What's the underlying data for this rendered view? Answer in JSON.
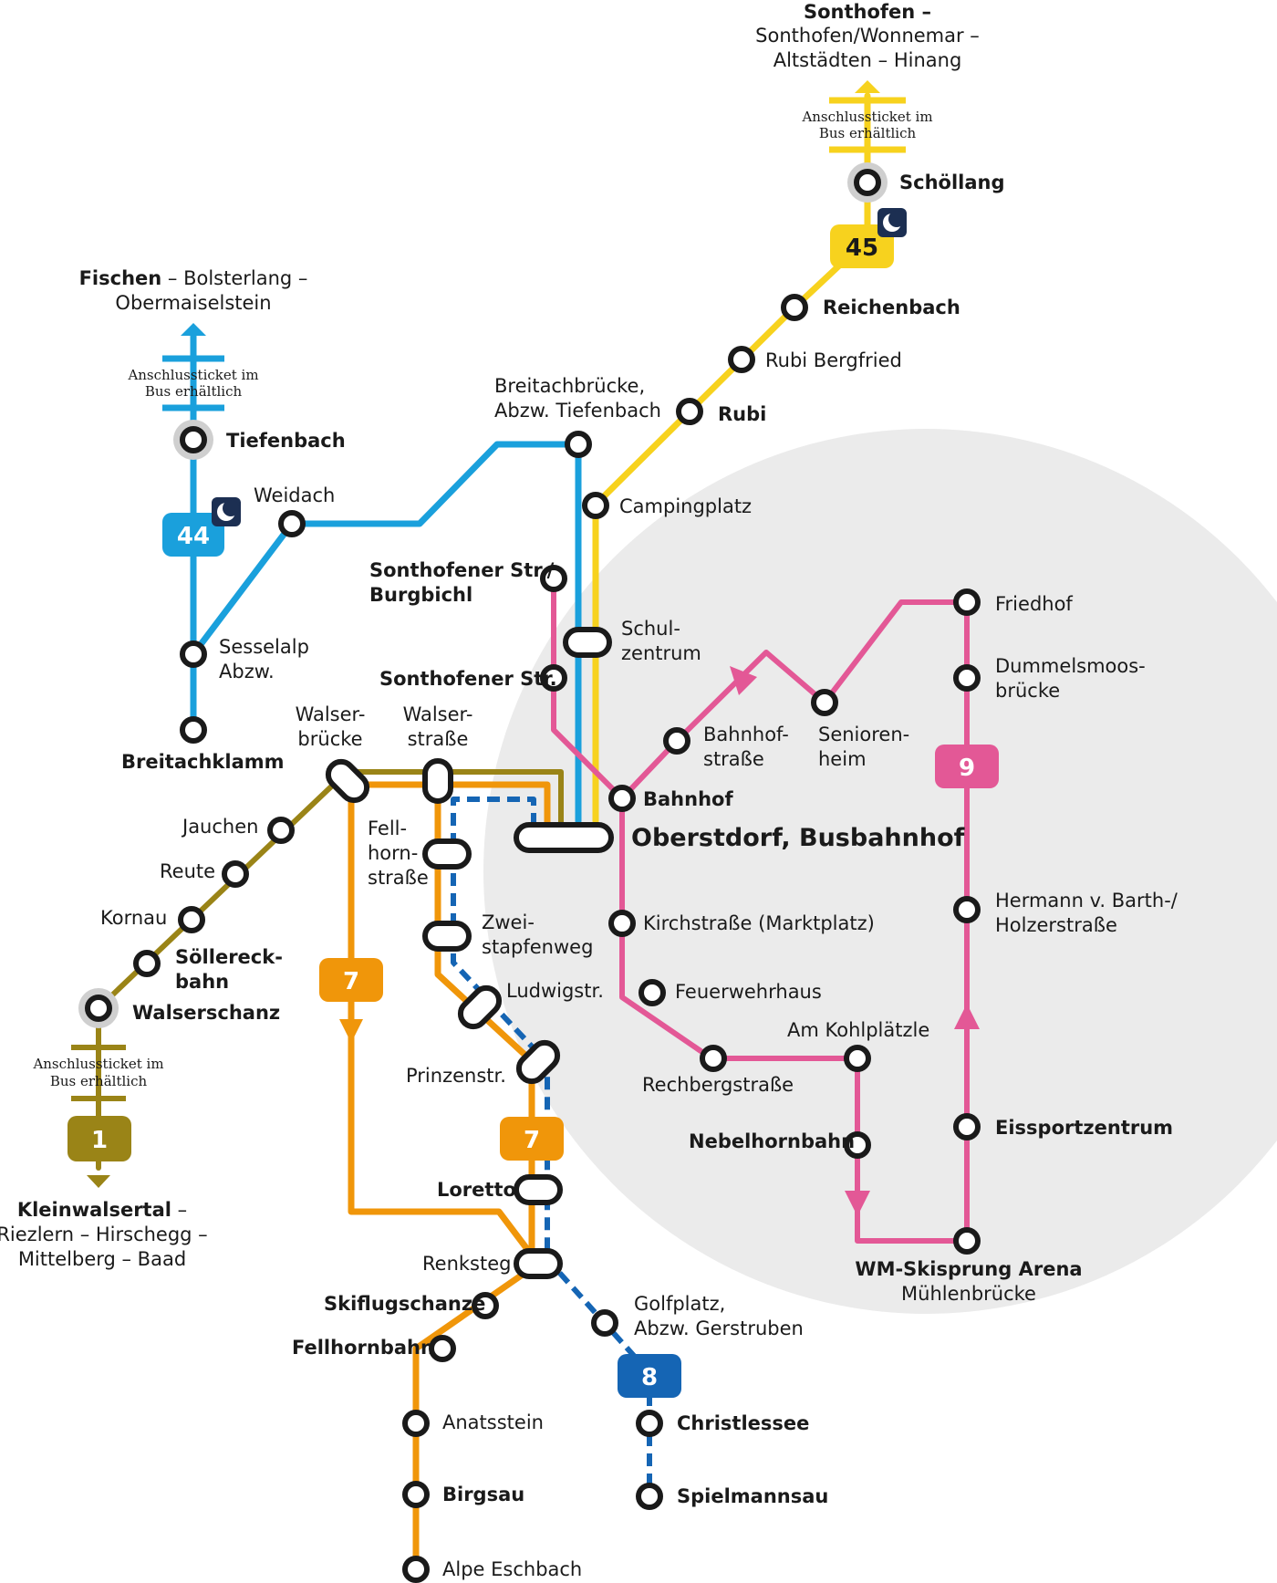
{
  "colors": {
    "line1": "#9a8417",
    "line7": "#f0960a",
    "line8": "#1565b4",
    "line9": "#e35896",
    "line44": "#1aa0dc",
    "line45": "#f7d21e",
    "center_area": "#ebebeb",
    "stop_outline": "#1a1a1a",
    "night_badge": "#1c2f52"
  },
  "lines": {
    "l1": "1",
    "l7a": "7",
    "l7b": "7",
    "l8": "8",
    "l9": "9",
    "l44": "44",
    "l45": "45"
  },
  "destinations": {
    "sonthofen_1": "Sonthofen –",
    "sonthofen_2": "Sonthofen/Wonnemar –",
    "sonthofen_3": "Altstädten – Hinang",
    "fischen_1a": "Fischen",
    "fischen_1b": " – Bolsterlang –",
    "fischen_2": "Obermaiselstein",
    "kleinwalsertal_1a": "Kleinwalsertal",
    "kleinwalsertal_1b": " –",
    "kleinwalsertal_2": "Riezlern – Hirschegg –",
    "kleinwalsertal_3": "Mittelberg – Baad"
  },
  "tickets": {
    "t45_1": "Anschlussticket im",
    "t45_2": "Bus erhältlich",
    "t44_1": "Anschlussticket im",
    "t44_2": "Bus erhältlich",
    "t1_1": "Anschlussticket im",
    "t1_2": "Bus erhältlich"
  },
  "stops": {
    "schoellang": "Schöllang",
    "reichenbach": "Reichenbach",
    "rubi_bergfried": "Rubi Bergfried",
    "rubi": "Rubi",
    "breitachbruecke_1": "Breitachbrücke,",
    "breitachbruecke_2": "Abzw. Tiefenbach",
    "campingplatz": "Campingplatz",
    "tiefenbach": "Tiefenbach",
    "weidach": "Weidach",
    "sesselalp_1": "Sesselalp",
    "sesselalp_2": "Abzw.",
    "breitachklamm": "Breitachklamm",
    "sonthofener_burg_1": "Sonthofener Str./",
    "sonthofener_burg_2": "Burgbichl",
    "schulzentrum_1": "Schul-",
    "schulzentrum_2": "zentrum",
    "sonthofener_str": "Sonthofener Str.",
    "walserbruecke_1": "Walser-",
    "walserbruecke_2": "brücke",
    "walserstrasse_1": "Walser-",
    "walserstrasse_2": "straße",
    "bahnhofstrasse_1": "Bahnhof-",
    "bahnhofstrasse_2": "straße",
    "seniorenheim_1": "Senioren-",
    "seniorenheim_2": "heim",
    "friedhof": "Friedhof",
    "dummelsmoos_1": "Dummelsmoos-",
    "dummelsmoos_2": "brücke",
    "bahnhof": "Bahnhof",
    "busbahnhof": "Oberstdorf, Busbahnhof",
    "jauchen": "Jauchen",
    "reute": "Reute",
    "kornau": "Kornau",
    "soellereck_1": "Söllereck-",
    "soellereck_2": "bahn",
    "walserschanz": "Walserschanz",
    "fellhorn_1": "Fell-",
    "fellhorn_2": "horn-",
    "fellhorn_3": "straße",
    "zweistapfen_1": "Zwei-",
    "zweistapfen_2": "stapfenweg",
    "ludwigstr": "Ludwigstr.",
    "prinzenstr": "Prinzenstr.",
    "kirchstrasse": "Kirchstraße (Marktplatz)",
    "feuerwehrhaus": "Feuerwehrhaus",
    "am_kohlplaetzle": "Am Kohlplätzle",
    "rechbergstrasse": "Rechbergstraße",
    "nebelhornbahn": "Nebelhornbahn",
    "hermann_1": "Hermann v. Barth-/",
    "hermann_2": "Holzerstraße",
    "eissportzentrum": "Eissportzentrum",
    "loretto": "Loretto",
    "renksteg": "Renksteg",
    "skiflugschanze": "Skiflugschanze",
    "fellhornbahn": "Fellhornbahn",
    "golfplatz_1": "Golfplatz,",
    "golfplatz_2": "Abzw. Gerstruben",
    "wm_1": "WM-Skisprung Arena",
    "wm_2": "Mühlenbrücke",
    "anatsstein": "Anatsstein",
    "christlessee": "Christlessee",
    "birgsau": "Birgsau",
    "spielmannsau": "Spielmannsau",
    "alpe_eschbach": "Alpe Eschbach"
  }
}
